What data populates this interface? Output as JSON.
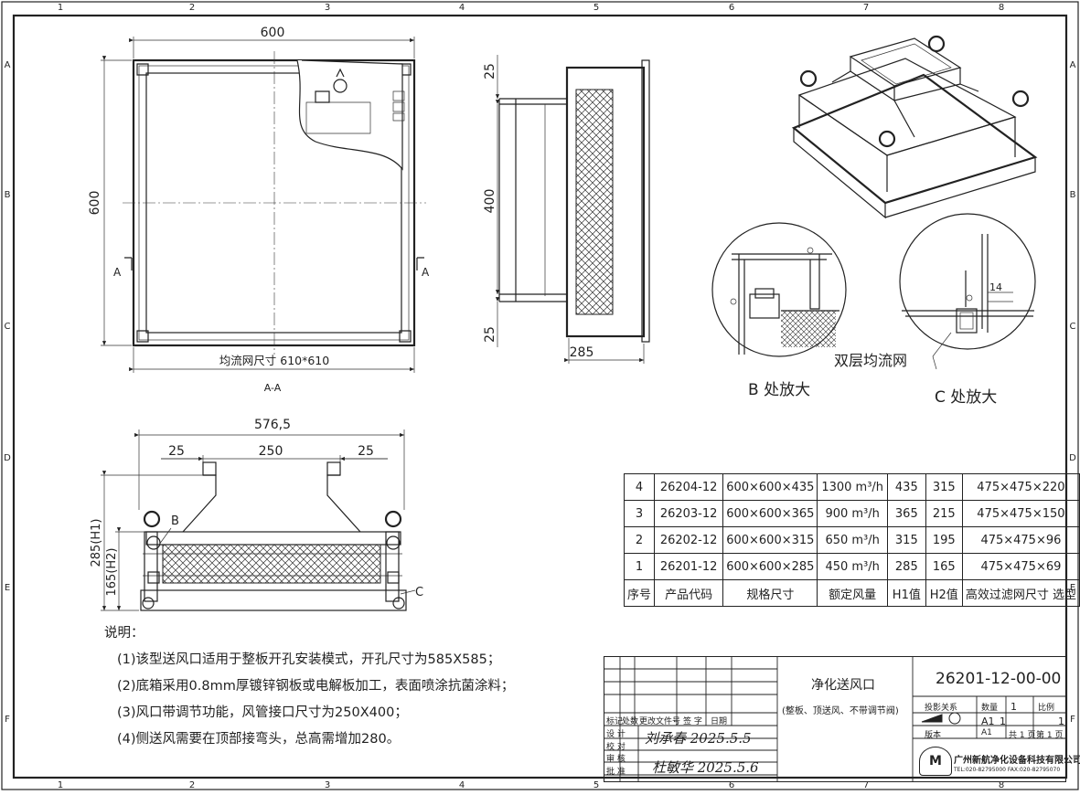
{
  "border": {
    "columns": [
      "1",
      "2",
      "3",
      "4",
      "5",
      "6",
      "7",
      "8"
    ],
    "rows": [
      "A",
      "B",
      "C",
      "D",
      "E",
      "F"
    ]
  },
  "front_view": {
    "width_dim": "600",
    "height_dim": "600",
    "section_mark": "A",
    "filter_size": "均流网尺寸 610*610",
    "section_label": "A-A"
  },
  "side_view": {
    "dim_top": "25",
    "dim_middle": "400",
    "dim_bottom": "25",
    "depth_dim": "285"
  },
  "detail_b": {
    "label": "B 处放大"
  },
  "detail_c": {
    "label": "C 处放大",
    "callout": "双层均流网",
    "dim": "14"
  },
  "bottom_view": {
    "overall_width": "576,5",
    "left_offset": "25",
    "neck_width": "250",
    "right_offset": "25",
    "h1": "285(H1)",
    "h2": "165(H2)",
    "mark_b": "B",
    "mark_c": "C"
  },
  "spec_table": {
    "rows": [
      [
        "4",
        "26204-12",
        "600×600×435",
        "1300 m³/h",
        "435",
        "315",
        "475×475×220"
      ],
      [
        "3",
        "26203-12",
        "600×600×365",
        "900 m³/h",
        "365",
        "215",
        "475×475×150"
      ],
      [
        "2",
        "26202-12",
        "600×600×315",
        "650 m³/h",
        "315",
        "195",
        "475×475×96"
      ],
      [
        "1",
        "26201-12",
        "600×600×285",
        "450 m³/h",
        "285",
        "165",
        "475×475×69"
      ]
    ],
    "header": [
      "序号",
      "产品代码",
      "规格尺寸",
      "额定风量",
      "H1值",
      "H2值",
      "高效过滤网尺寸 选型"
    ]
  },
  "notes": {
    "title": "说明：",
    "items": [
      "(1)该型送风口适用于整板开孔安装模式，开孔尺寸为585X585；",
      "(2)底箱采用0.8mm厚镀锌钢板或电解板加工，表面喷涂抗菌涂料；",
      "(3)风口带调节功能，风管接口尺寸为250X400；",
      "(4)侧送风需要在顶部接弯头，总高需增加280。"
    ]
  },
  "title_block": {
    "product_name": "净化送风口",
    "product_sub": "(整板、顶送风、不带调节阀)",
    "drawing_no": "26201-12-00-00",
    "projection_label": "投影关系",
    "qty_label": "数量",
    "scale_label": "比例",
    "qty_value": "1",
    "scale_value": "1",
    "qty_a": "1",
    "sheet_size": "A1",
    "version_label": "版本",
    "total_sheets": "共 1 页",
    "sheet_no": "第 1 页",
    "rev_headers": [
      "标记",
      "处数",
      "更改文件号",
      "签 字",
      "日期"
    ],
    "roles": [
      "设 计",
      "校 对",
      "审 核",
      "批 准"
    ],
    "signature_1": "刘承春 2025.5.5",
    "signature_2": "杜敏华 2025.5.6",
    "company": "广州新航净化设备科技有限公司",
    "company_contact": "TEL:020-82795000   FAX:020-82795070"
  },
  "colors": {
    "line": "#222222",
    "paper": "#ffffff"
  }
}
